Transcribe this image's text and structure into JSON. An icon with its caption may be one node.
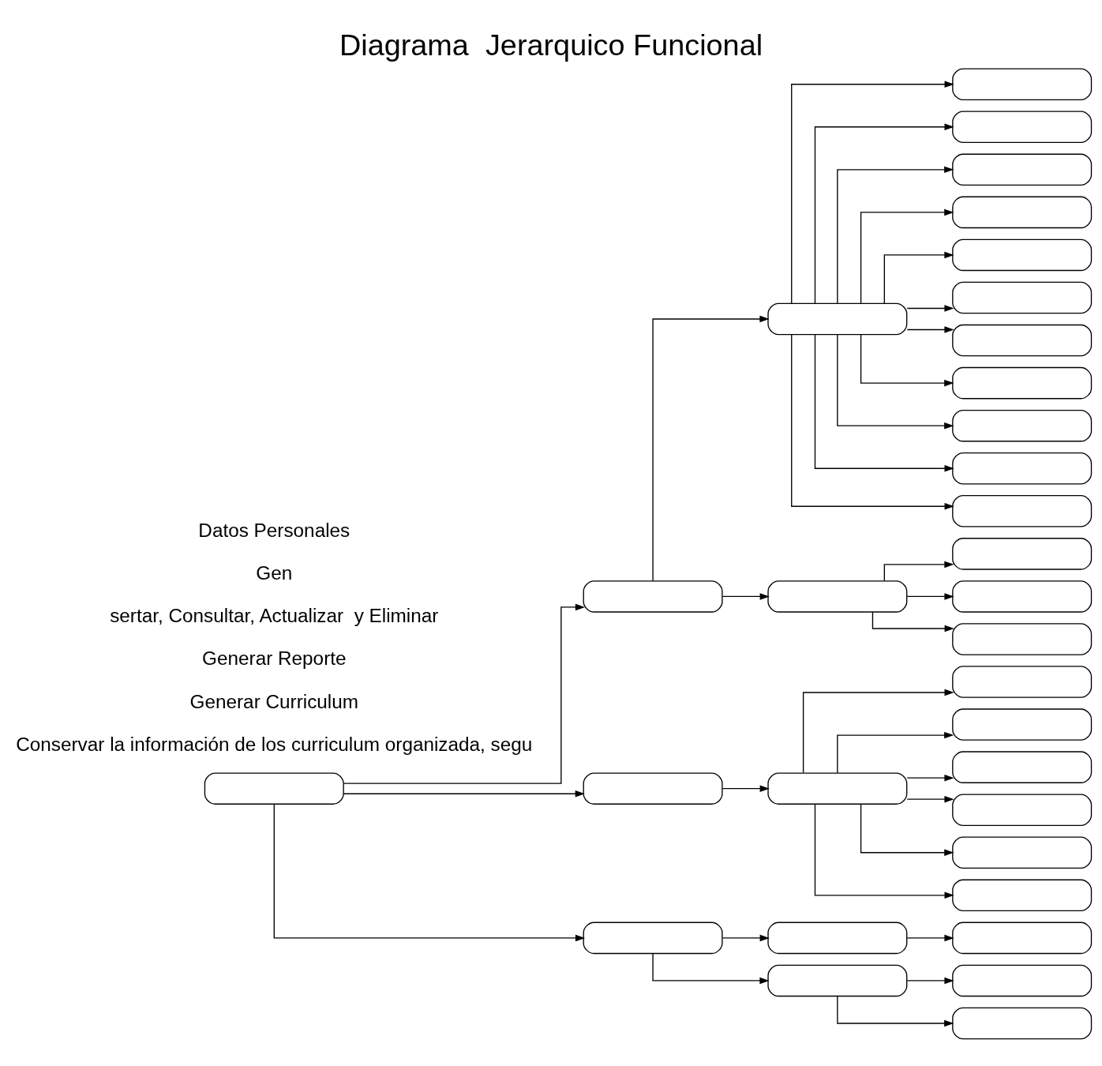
{
  "diagram": {
    "title": "Diagrama  Jerarquico Funcional",
    "nodes": [
      {
        "text": [],
        "shape": "box"
      },
      {
        "text": [],
        "shape": "box"
      },
      {
        "text": [],
        "shape": "box"
      },
      {
        "text": [],
        "shape": "box"
      },
      {
        "text": [],
        "shape": "box"
      },
      {
        "text": [],
        "shape": "box"
      },
      {
        "text": [],
        "shape": "box"
      },
      {
        "text": [],
        "shape": "box"
      },
      {
        "text": [],
        "shape": "box"
      },
      {
        "text": [],
        "shape": "box"
      },
      {
        "text": [],
        "shape": "box"
      },
      {
        "text": [],
        "shape": "box"
      },
      {
        "text": [],
        "shape": "box"
      },
      {
        "text": [],
        "shape": "box"
      },
      {
        "text": [],
        "shape": "box"
      },
      {
        "text": [],
        "shape": "box"
      },
      {
        "text": [],
        "shape": "box"
      },
      {
        "text": [],
        "shape": "box"
      },
      {
        "text": [],
        "shape": "box"
      },
      {
        "text": [],
        "shape": "box"
      },
      {
        "text": [],
        "shape": "box"
      },
      {
        "text": [],
        "shape": "box"
      },
      {
        "text": [],
        "shape": "box"
      },
      {
        "text": [],
        "shape": "box"
      },
      {
        "text": [],
        "shape": "box"
      },
      {
        "text": [],
        "shape": "box"
      },
      {
        "text": [],
        "shape": "box"
      },
      {
        "text": [],
        "shape": "box"
      },
      {
        "text": [],
        "shape": "box"
      },
      {
        "text": [],
        "shape": "box"
      },
      {
        "text": [],
        "shape": "box"
      },
      {
        "text": [],
        "shape": "box"
      }
    ],
    "edges": [
      {
        "from": 0,
        "to": 1,
        "arrow": "to"
      },
      {
        "from": 0,
        "to": 2,
        "arrow": "to"
      },
      {
        "from": 0,
        "to": 3,
        "arrow": "to"
      },
      {
        "from": 1,
        "to": 4,
        "arrow": "to"
      },
      {
        "from": 1,
        "to": 16,
        "arrow": "to"
      },
      {
        "from": 4,
        "to": 5,
        "arrow": "to"
      },
      {
        "from": 4,
        "to": 6,
        "arrow": "to"
      },
      {
        "from": 4,
        "to": 7,
        "arrow": "to"
      },
      {
        "from": 4,
        "to": 8,
        "arrow": "to"
      },
      {
        "from": 4,
        "to": 9,
        "arrow": "to"
      },
      {
        "from": 4,
        "to": 10,
        "arrow": "to"
      },
      {
        "from": 4,
        "to": 11,
        "arrow": "to"
      },
      {
        "from": 4,
        "to": 12,
        "arrow": "to"
      },
      {
        "from": 4,
        "to": 13,
        "arrow": "to"
      },
      {
        "from": 4,
        "to": 14,
        "arrow": "to"
      },
      {
        "from": 4,
        "to": 15,
        "arrow": "to"
      },
      {
        "from": 16,
        "to": 17,
        "arrow": "to"
      },
      {
        "from": 16,
        "to": 18,
        "arrow": "to"
      },
      {
        "from": 16,
        "to": 19,
        "arrow": "to"
      },
      {
        "from": 2,
        "to": 20,
        "arrow": "to"
      },
      {
        "from": 20,
        "to": 21,
        "arrow": "to"
      },
      {
        "from": 20,
        "to": 22,
        "arrow": "to"
      },
      {
        "from": 20,
        "to": 23,
        "arrow": "to"
      },
      {
        "from": 20,
        "to": 24,
        "arrow": "to"
      },
      {
        "from": 20,
        "to": 25,
        "arrow": "to"
      },
      {
        "from": 20,
        "to": 26,
        "arrow": "to"
      },
      {
        "from": 3,
        "to": 27,
        "arrow": "to"
      },
      {
        "from": 27,
        "to": 28,
        "arrow": "to"
      },
      {
        "from": 3,
        "to": 29,
        "arrow": "to"
      },
      {
        "from": 29,
        "to": 30,
        "arrow": "to"
      },
      {
        "from": 29,
        "to": 31,
        "arrow": "to"
      }
    ],
    "labels": [
      "Conservar la información de los curriculum organizada, segu",
      "Generar Curriculum",
      "Generar Reporte",
      "sertar, Consultar, Actualizar  y Eliminar",
      "Gen",
      "Datos Personales"
    ]
  }
}
